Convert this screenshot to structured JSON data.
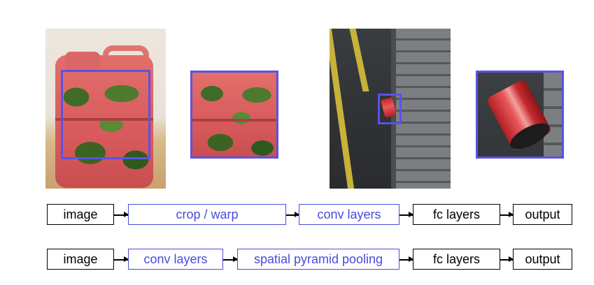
{
  "pipelines": [
    {
      "steps": [
        {
          "label": "image",
          "color": "#000000"
        },
        {
          "label": "crop / warp",
          "color": "#4b4bdc"
        },
        {
          "label": "conv layers",
          "color": "#4b4bdc"
        },
        {
          "label": "fc layers",
          "color": "#000000"
        },
        {
          "label": "output",
          "color": "#000000"
        }
      ]
    },
    {
      "steps": [
        {
          "label": "image",
          "color": "#000000"
        },
        {
          "label": "conv layers",
          "color": "#4b4bdc"
        },
        {
          "label": "spatial pyramid pooling",
          "color": "#4b4bdc"
        },
        {
          "label": "fc layers",
          "color": "#000000"
        },
        {
          "label": "output",
          "color": "#000000"
        }
      ]
    }
  ],
  "colors": {
    "highlight_box": "#5a52e6",
    "text_black": "#000000",
    "text_blue": "#4b4bdc"
  },
  "images": [
    "jerrycan-photo",
    "jerrycan-crop",
    "road-photo",
    "can-crop"
  ]
}
